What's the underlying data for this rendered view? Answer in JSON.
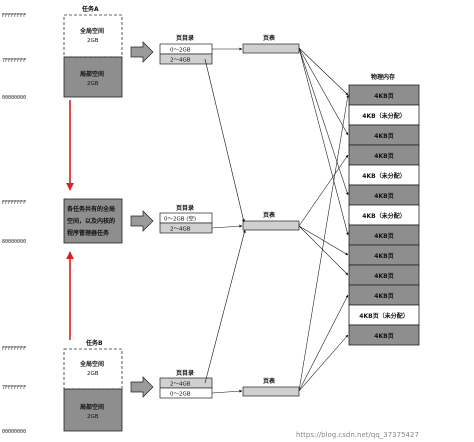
{
  "addresses": {
    "top": "FFFFFFFF",
    "mid_top": "7FFFFFFF",
    "zero": "00000000",
    "kernel_top": "FFFFFFFF",
    "kernel_base": "80000000",
    "b_top": "FFFFFFFF",
    "b_mid": "7FFFFFFF",
    "b_zero": "00000000"
  },
  "task_a": {
    "title": "任务A",
    "global_label": "全局空间",
    "global_size": "2GB",
    "local_label": "局部空间",
    "local_size": "2GB"
  },
  "shared_space": {
    "text_line1": "各任务共有的全局",
    "text_line2": "空间，以及内核的",
    "text_line3": "程序管理器任务"
  },
  "task_b": {
    "title": "任务B",
    "global_label": "全局空间",
    "global_size": "2GB",
    "local_label": "局部空间",
    "local_size": "2GB"
  },
  "page_dir_a": {
    "title": "页目录",
    "entry1": "0～2GB",
    "entry2": "2～4GB"
  },
  "page_dir_k": {
    "title": "页目录",
    "entry1": "0～2GB (空)",
    "entry2": "2～4GB"
  },
  "page_dir_b": {
    "title": "页目录",
    "entry1": "2～4GB",
    "entry2": "0～2GB"
  },
  "page_table_a": {
    "title": "页表"
  },
  "page_table_k": {
    "title": "页表"
  },
  "page_table_b": {
    "title": "页表"
  },
  "physical_memory": {
    "title": "物理内存",
    "pages": [
      "4KB页",
      "4KB（未分配）",
      "4KB页",
      "4KB页",
      "4KB（未分配）",
      "4KB页",
      "4KB（未分配）",
      "4KB页",
      "4KB页",
      "4KB页",
      "4KB页",
      "4KB页（未分配）",
      "4KB页"
    ]
  },
  "watermark": "https://blog.csdn.net/qq_37375427"
}
